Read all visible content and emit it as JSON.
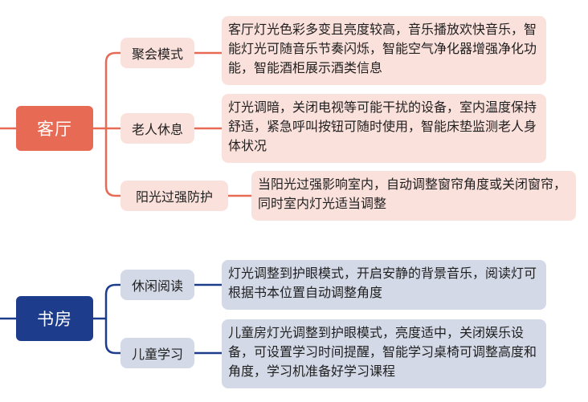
{
  "colors": {
    "living_branch": "#e76a55",
    "study_branch": "#1e3c8c",
    "living_box": "#fbe1dc",
    "study_box": "#d3d9e7"
  },
  "living_room": {
    "label": "客厅",
    "modes": [
      {
        "name": "聚会模式",
        "description": "客厅灯光色彩多变且亮度较高，音乐播放欢快音乐，智能灯光可随音乐节奏闪烁，智能空气净化器增强净化功能，智能酒柜展示酒类信息"
      },
      {
        "name": "老人休息",
        "description": "灯光调暗，关闭电视等可能干扰的设备，室内温度保持舒适，紧急呼叫按钮可随时使用，智能床垫监测老人身体状况"
      },
      {
        "name": "阳光过强防护",
        "description": "当阳光过强影响室内，自动调整窗帘角度或关闭窗帘，同时室内灯光适当调整"
      }
    ]
  },
  "study": {
    "label": "书房",
    "modes": [
      {
        "name": "休闲阅读",
        "description": "灯光调整到护眼模式，开启安静的背景音乐，阅读灯可根据书本位置自动调整角度"
      },
      {
        "name": "儿童学习",
        "description": "儿童房灯光调整到护眼模式，亮度适中，关闭娱乐设备，可设置学习时间提醒，智能学习桌椅可调整高度和角度，学习机准备好学习课程"
      }
    ]
  }
}
